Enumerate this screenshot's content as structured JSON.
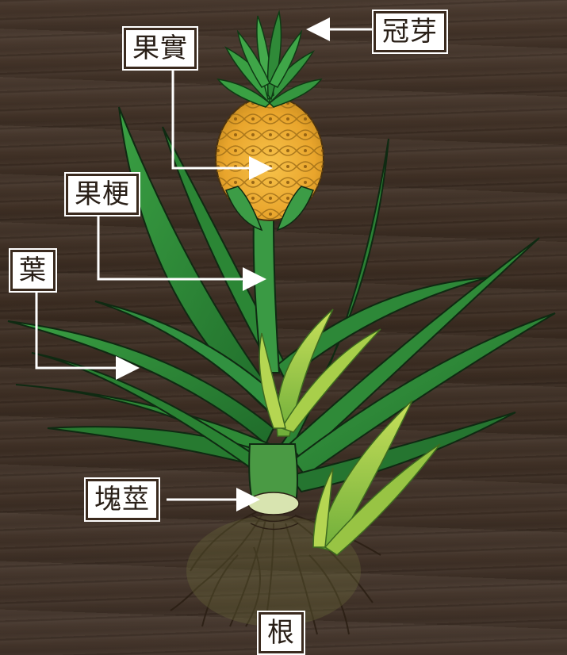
{
  "labels": {
    "crown": "冠芽",
    "fruit": "果實",
    "stalk": "果梗",
    "leaf": "葉",
    "stem": "塊莖",
    "root": "根"
  },
  "colors": {
    "background": "#3d2e22",
    "leaf": "#2f8a36",
    "leaf_light": "#8cc43f",
    "fruit": "#f2b233",
    "label_bg": "#ffffff",
    "arrow": "#ffffff"
  }
}
